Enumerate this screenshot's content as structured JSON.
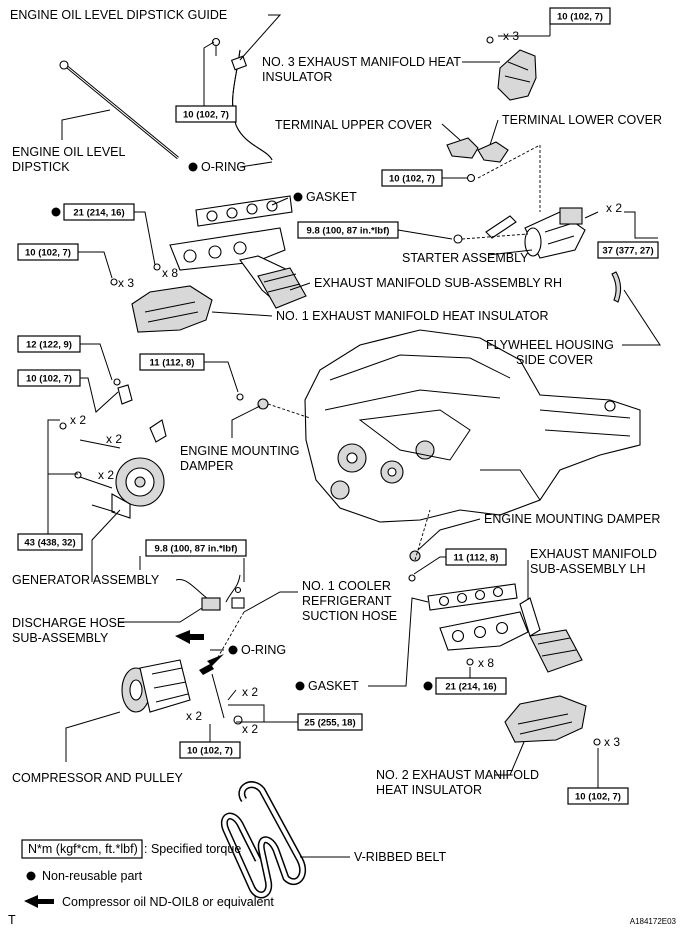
{
  "labels": {
    "dipstick_guide": "ENGINE OIL LEVEL DIPSTICK GUIDE",
    "heat_insulator_3_l1": "NO. 3 EXHAUST MANIFOLD HEAT",
    "heat_insulator_3_l2": "INSULATOR",
    "terminal_upper_cover": "TERMINAL UPPER COVER",
    "terminal_lower_cover": "TERMINAL LOWER COVER",
    "dipstick_l1": "ENGINE OIL LEVEL",
    "dipstick_l2": "DIPSTICK",
    "o_ring_top": "O-RING",
    "gasket_top": "GASKET",
    "starter_assembly": "STARTER ASSEMBLY",
    "exhaust_manifold_rh": "EXHAUST MANIFOLD SUB-ASSEMBLY RH",
    "heat_insulator_1": "NO. 1 EXHAUST MANIFOLD HEAT INSULATOR",
    "flywheel_cover_l1": "FLYWHEEL HOUSING",
    "flywheel_cover_l2": "SIDE COVER",
    "engine_mount_damper_left_l1": "ENGINE MOUNTING",
    "engine_mount_damper_left_l2": "DAMPER",
    "engine_mount_damper_right": "ENGINE MOUNTING DAMPER",
    "exhaust_manifold_lh_l1": "EXHAUST MANIFOLD",
    "exhaust_manifold_lh_l2": "SUB-ASSEMBLY LH",
    "generator_assembly": "GENERATOR ASSEMBLY",
    "cooler_hose_l1": "NO. 1 COOLER",
    "cooler_hose_l2": "REFRIGERANT",
    "cooler_hose_l3": "SUCTION HOSE",
    "discharge_hose_l1": "DISCHARGE HOSE",
    "discharge_hose_l2": "SUB-ASSEMBLY",
    "o_ring_bottom": "O-RING",
    "gasket_bottom": "GASKET",
    "compressor_pulley": "COMPRESSOR AND PULLEY",
    "heat_insulator_2_l1": "NO. 2 EXHAUST MANIFOLD",
    "heat_insulator_2_l2": "HEAT INSULATOR",
    "v_ribbed_belt": "V-RIBBED BELT"
  },
  "torques": {
    "t_top_right": "10 (102, 7)",
    "t_guide": "10 (102, 7)",
    "t_terminal": "10 (102, 7)",
    "t_starter_nut": "9.8 (100, 87 in.*lbf)",
    "t_starter_bolt": "37 (377, 27)",
    "t_manifold_rh": "21 (214, 16)",
    "t_insulator_1": "10 (102, 7)",
    "t_gen_12": "12 (122, 9)",
    "t_gen_10": "10 (102, 7)",
    "t_damper_left": "11 (112, 8)",
    "t_gen_43": "43 (438, 32)",
    "t_hose_98": "9.8 (100, 87 in.*lbf)",
    "t_damper_right": "11 (112, 8)",
    "t_manifold_lh": "21 (214, 16)",
    "t_comp_25": "25 (255, 18)",
    "t_comp_10": "10 (102, 7)",
    "t_insulator_2": "10 (102, 7)"
  },
  "counts": {
    "c_top_right": "x 3",
    "c_starter": "x 2",
    "c_manifold_rh": "x 8",
    "c_insulator_1": "x 3",
    "c_gen_a": "x 2",
    "c_gen_b": "x 2",
    "c_gen_c": "x 2",
    "c_manifold_lh": "x 8",
    "c_comp_a": "x 2",
    "c_comp_b": "x 2",
    "c_comp_c": "x 2",
    "c_insulator_2": "x 3"
  },
  "legend": {
    "torque_box": "N*m (kgf*cm, ft.*lbf)",
    "torque_desc": ": Specified torque",
    "non_reusable": "Non-reusable part",
    "compressor_oil": "Compressor oil ND-OIL8 or equivalent"
  },
  "corner": {
    "left_mark": "T",
    "figure_code": "A184172E03"
  }
}
